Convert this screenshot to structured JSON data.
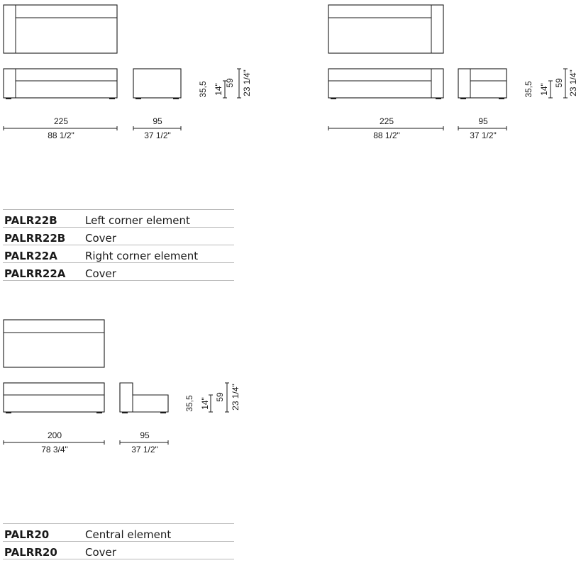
{
  "groups": [
    {
      "left_diagram": {
        "width_cm": "225",
        "width_in": "88 1/2\""
      },
      "right_diagram": {
        "depth_cm": "95",
        "depth_in": "37 1/2\""
      },
      "heights": {
        "seat_cm": "35,5",
        "seat_in": "14\"",
        "total_cm": "59",
        "total_in": "23 1/4\""
      }
    },
    {
      "left_diagram": {
        "width_cm": "225",
        "width_in": "88 1/2\""
      },
      "right_diagram": {
        "depth_cm": "95",
        "depth_in": "37 1/2\""
      },
      "heights": {
        "seat_cm": "35,5",
        "seat_in": "14\"",
        "total_cm": "59",
        "total_in": "23 1/4\""
      }
    },
    {
      "left_diagram": {
        "width_cm": "200",
        "width_in": "78 3/4\""
      },
      "right_diagram": {
        "depth_cm": "95",
        "depth_in": "37 1/2\""
      },
      "heights": {
        "seat_cm": "35,5",
        "seat_in": "14\"",
        "total_cm": "59",
        "total_in": "23 1/4\""
      }
    }
  ],
  "tables": [
    {
      "rows": [
        {
          "code": "PALR22B",
          "description": "Left corner element"
        },
        {
          "code": "PALRR22B",
          "description": "Cover"
        },
        {
          "code": "PALR22A",
          "description": "Right corner element"
        },
        {
          "code": "PALRR22A",
          "description": "Cover"
        }
      ]
    },
    {
      "rows": [
        {
          "code": "PALR20",
          "description": "Central element"
        },
        {
          "code": "PALRR20",
          "description": "Cover"
        }
      ]
    }
  ]
}
